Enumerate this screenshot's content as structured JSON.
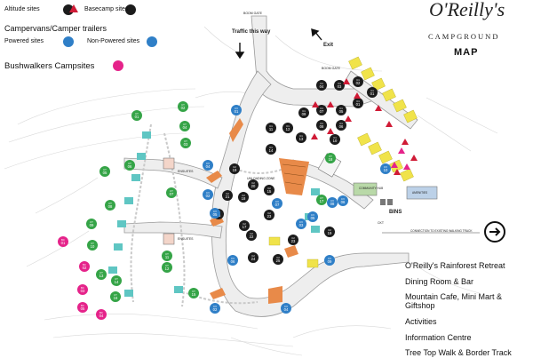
{
  "legend": {
    "altitude_label": "Altitude sites",
    "basecamp_label": "Basecamp sites",
    "campervans_heading": "Campervans/Camper trailers",
    "powered_label": "Powered sites",
    "nonpowered_label": "Non-Powered sites",
    "bushwalkers_label": "Bushwalkers Campsites"
  },
  "brand": {
    "logo_script": "O'Reilly's",
    "logo_sub": "CAMPGROUND",
    "map_title": "MAP"
  },
  "map_labels": {
    "boom_gate_top": "BOOM GATE",
    "traffic": "Traffic this way",
    "exit": "Exit",
    "boom_gate_right": "BOOM GATE",
    "ensuites_upper": "ENSUITES",
    "ensuites_lower": "ENSUITES",
    "unloading": "UNLOADING ZONE",
    "community_hub": "COMMUNITY HUB",
    "amenities": "AMENITIES",
    "bins": "BINS",
    "connection": "CONNECTION TO EXISTING WALKING TRACK",
    "ckt": "CKT"
  },
  "destinations": [
    "O'Reilly's Rainforest Retreat",
    "Dining Room & Bar",
    "Mountain Cafe, Mini Mart & Giftshop",
    "Activities",
    "Information Centre",
    "Tree Top Walk & Border Track"
  ],
  "colors": {
    "altitude": "#1c1c1c",
    "powered": "#2f7fc7",
    "nonpowered": "#35a447",
    "bushwalker": "#e5238a",
    "alert": "#d01b36",
    "vehicle_bay": "#5fc6c3",
    "yellow_bay": "#f0e34a",
    "path": "#e88a49"
  },
  "sites": {
    "altitude": [
      {
        "code": "C1",
        "n": "04"
      },
      {
        "code": "C1",
        "n": "03"
      },
      {
        "code": "C1",
        "n": "02"
      },
      {
        "code": "C1",
        "n": "01"
      },
      {
        "code": "C1",
        "n": "09"
      },
      {
        "code": "C1",
        "n": "07"
      },
      {
        "code": "C1",
        "n": "05"
      },
      {
        "code": "C1",
        "n": "01"
      },
      {
        "code": "C1",
        "n": "12"
      },
      {
        "code": "C1",
        "n": "11"
      },
      {
        "code": "C1",
        "n": "08"
      },
      {
        "code": "C1",
        "n": "06"
      },
      {
        "code": "C1",
        "n": "13"
      },
      {
        "code": "C1",
        "n": "14"
      },
      {
        "code": "C1",
        "n": "10"
      },
      {
        "code": "C2",
        "n": "19"
      },
      {
        "code": "C2",
        "n": "20"
      },
      {
        "code": "C2",
        "n": "15"
      },
      {
        "code": "C2",
        "n": "21"
      },
      {
        "code": "C2",
        "n": "18"
      },
      {
        "code": "C2",
        "n": "16"
      },
      {
        "code": "C2",
        "n": "23"
      },
      {
        "code": "C2",
        "n": "22"
      },
      {
        "code": "C2",
        "n": "17"
      },
      {
        "code": "C2",
        "n": "24"
      },
      {
        "code": "C2",
        "n": "25"
      },
      {
        "code": "C2",
        "n": "23"
      },
      {
        "code": "C2",
        "n": "19"
      }
    ],
    "powered": [
      {
        "code": "CV",
        "n": "01"
      },
      {
        "code": "CV",
        "n": "04"
      },
      {
        "code": "CV",
        "n": "02"
      },
      {
        "code": "CV",
        "n": "06"
      },
      {
        "code": "CV",
        "n": "08"
      },
      {
        "code": "CV",
        "n": "03"
      },
      {
        "code": "CV",
        "n": "07"
      },
      {
        "code": "CV",
        "n": "05"
      },
      {
        "code": "CV",
        "n": "06"
      },
      {
        "code": "CV",
        "n": "09"
      },
      {
        "code": "CV",
        "n": "10"
      },
      {
        "code": "CV",
        "n": "02"
      },
      {
        "code": "CV",
        "n": "04"
      },
      {
        "code": "CV",
        "n": "05"
      }
    ],
    "nonpowered": [
      {
        "code": "CT",
        "n": "01"
      },
      {
        "code": "CT",
        "n": "02"
      },
      {
        "code": "CT",
        "n": "04"
      },
      {
        "code": "CT",
        "n": "03"
      },
      {
        "code": "CT",
        "n": "05"
      },
      {
        "code": "CT",
        "n": "06"
      },
      {
        "code": "CT",
        "n": "07"
      },
      {
        "code": "CT",
        "n": "08"
      },
      {
        "code": "CT",
        "n": "09"
      },
      {
        "code": "CT",
        "n": "10"
      },
      {
        "code": "CT",
        "n": "11"
      },
      {
        "code": "CT",
        "n": "12"
      },
      {
        "code": "CT",
        "n": "13"
      },
      {
        "code": "CT",
        "n": "14"
      },
      {
        "code": "CT",
        "n": "15"
      },
      {
        "code": "CT",
        "n": "16"
      },
      {
        "code": "CT",
        "n": "17"
      },
      {
        "code": "CT",
        "n": "18"
      }
    ],
    "bushwalker": [
      {
        "code": "BC",
        "n": "01"
      },
      {
        "code": "BC",
        "n": "02"
      },
      {
        "code": "BC",
        "n": "03"
      },
      {
        "code": "BC",
        "n": "04"
      },
      {
        "code": "BC",
        "n": "05"
      }
    ]
  }
}
